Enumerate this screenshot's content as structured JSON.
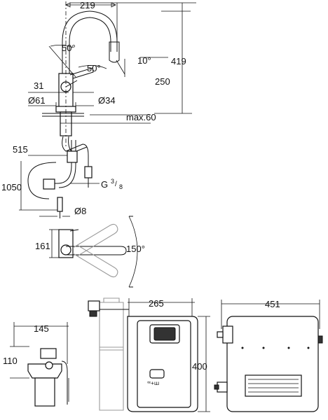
{
  "dimensions": {
    "faucet_width": "219",
    "faucet_height": "419",
    "spout_height": "250",
    "spout_angle": "50°",
    "spout_tilt": "50°",
    "spout_offset_angle": "10°",
    "handle_offset": "31",
    "base_diameter": "Ø61",
    "hole_diameter": "Ø34",
    "max_thickness": "max.60",
    "hose_length": "515",
    "hose_total": "1050",
    "thread": "G",
    "thread_num": "3",
    "thread_den": "8",
    "pipe_diameter": "Ø8",
    "swivel_radius": "161",
    "swivel_angle": "150°",
    "filter_width": "145",
    "filter_height": "110",
    "boiler_depth": "265",
    "boiler_height": "400",
    "boiler_width": "451"
  },
  "labels": {
    "boiler_panel": "ꟹ+ꟺ"
  },
  "colors": {
    "line": "#111111",
    "ghost": "#9a9a9a",
    "background": "#ffffff"
  }
}
